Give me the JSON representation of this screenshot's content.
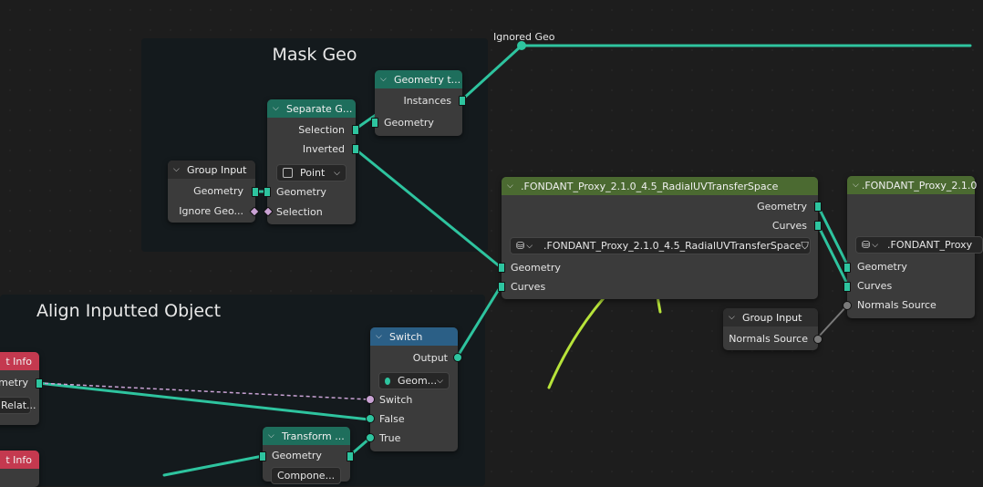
{
  "frames": {
    "mask_geo": "Mask Geo",
    "align": "Align Inputted Object"
  },
  "reroute_label": "Ignored Geo",
  "nodes": {
    "geometry_to_instance": {
      "title": "Geometry t...",
      "out_instances": "Instances",
      "in_geometry": "Geometry"
    },
    "separate_geometry": {
      "title": "Separate G...",
      "out_selection": "Selection",
      "out_inverted": "Inverted",
      "domain": "Point",
      "in_geometry": "Geometry",
      "in_selection": "Selection"
    },
    "group_input_mask": {
      "title": "Group Input",
      "out_geometry": "Geometry",
      "out_ignore": "Ignore Geo..."
    },
    "fondant_main": {
      "title": ".FONDANT_Proxy_2.1.0_4.5_RadialUVTransferSpace",
      "out_geometry": "Geometry",
      "out_curves": "Curves",
      "group_name": ".FONDANT_Proxy_2.1.0_4.5_RadialUVTransferSpace",
      "in_geometry": "Geometry",
      "in_curves": "Curves"
    },
    "fondant_right": {
      "title": ".FONDANT_Proxy_2.1.0",
      "group_name": ".FONDANT_Proxy",
      "in_geometry": "Geometry",
      "in_curves": "Curves",
      "in_normals": "Normals Source"
    },
    "group_input_normals": {
      "title": "Group Input",
      "out_normals": "Normals Source"
    },
    "switch": {
      "title": "Switch",
      "out_output": "Output",
      "type": "Geom...",
      "in_switch": "Switch",
      "in_false": "False",
      "in_true": "True"
    },
    "object_info_1": {
      "title": "t Info",
      "out_geometry": "eometry",
      "mode": "Relat..."
    },
    "object_info_2": {
      "title": "t Info"
    },
    "transform": {
      "title": "Transform ...",
      "in_geometry": "Geometry",
      "mode": "Compone..."
    }
  },
  "colors": {
    "geometry_socket": "#2ec49f",
    "boolean_socket": "#c9a2d4",
    "annotation": "#b7e33a"
  }
}
